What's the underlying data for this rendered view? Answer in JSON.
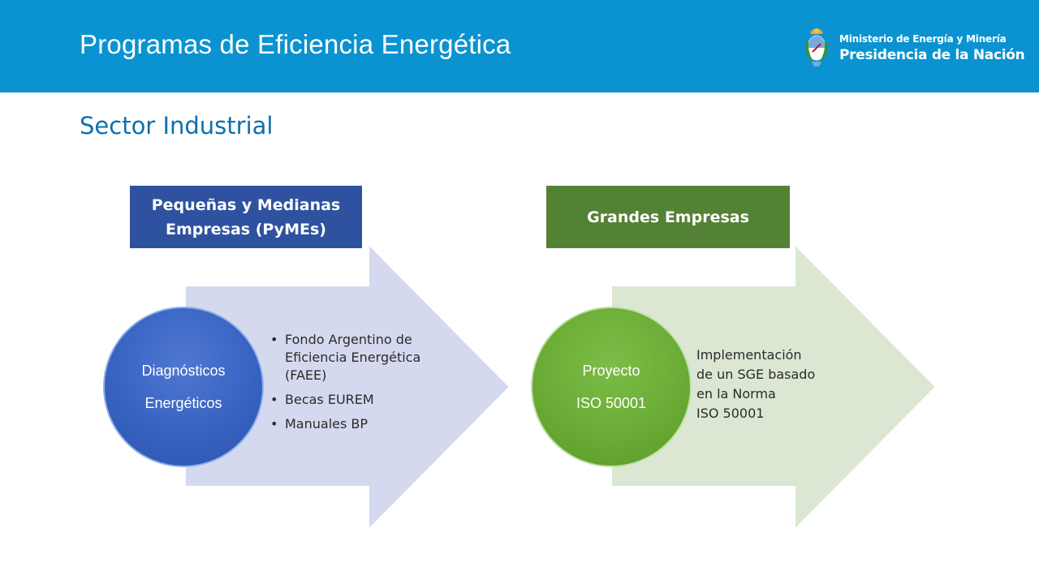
{
  "header": {
    "title": "Programas de Eficiencia Energética",
    "org_line1": "Ministerio de Energía y Minería",
    "org_line2": "Presidencia de la Nación",
    "crest_icon": "argentina-coat-of-arms-icon",
    "background_color": "#0a93d0"
  },
  "subtitle": "Sector Industrial",
  "pymes": {
    "label_line1": "Pequeñas y Medianas",
    "label_line2": "Empresas (PyMEs)",
    "circle_line1": "Diagnósticos",
    "circle_line2": "Energéticos",
    "bullets": [
      "Fondo Argentino de Eficiencia Energética (FAEE)",
      "Becas EUREM",
      "Manuales BP"
    ],
    "label_color": "#2f52a0",
    "arrow_color": "#d5d9ef",
    "circle_color": "#3863c2"
  },
  "grandes": {
    "label": "Grandes Empresas",
    "circle_line1": "Proyecto",
    "circle_line2": "ISO 50001",
    "description_lines": [
      "Implementación",
      "de un SGE basado",
      "en la Norma",
      "ISO 50001"
    ],
    "label_color": "#548235",
    "arrow_color": "#dbe7d3",
    "circle_color": "#6aac35"
  }
}
